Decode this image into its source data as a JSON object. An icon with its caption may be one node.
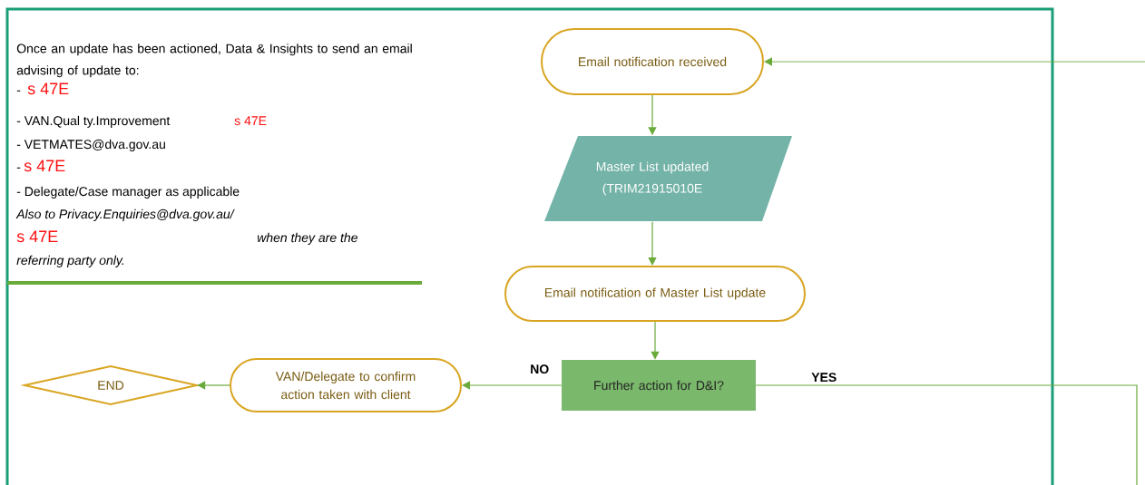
{
  "diagram": {
    "nodes": [
      {
        "text": [
          "Email notification received"
        ]
      },
      {
        "text": [
          "Master List updated (TRIM21915010E"
        ]
      },
      {
        "text": [
          "Email notification of Master List update"
        ]
      },
      {
        "text": [
          "Further action for D&I?"
        ]
      },
      {
        "text": [
          "VAN/Delegate to confirm action taken with client"
        ]
      },
      {
        "text": [
          "END"
        ]
      }
    ],
    "edges": [
      {
        "from": null,
        "to": 0,
        "arrow": "to"
      },
      {
        "from": 0,
        "to": 1,
        "arrow": "to"
      },
      {
        "from": 1,
        "to": 2,
        "arrow": "to"
      },
      {
        "from": 2,
        "to": 3,
        "arrow": "to"
      },
      {
        "from": 3,
        "to": 4,
        "arrow": "to",
        "label": "NO"
      },
      {
        "from": 4,
        "to": 5,
        "arrow": "to"
      },
      {
        "from": 3,
        "to": null,
        "arrow": "none",
        "label": "YES"
      }
    ],
    "labels": [
      "Once an update has been actioned, Data & Insights to send an email advising of update to:",
      "-",
      "s 47E",
      "- VAN.Qual ty.Improvement",
      "s 47E",
      "- VETMATES@dva.gov.au",
      "-",
      "s 47E",
      "- Delegate/Case manager as applicable",
      "Also to Privacy.Enquiries@dva.gov.au/",
      "s 47E",
      "when they are the",
      "referring party only."
    ]
  }
}
